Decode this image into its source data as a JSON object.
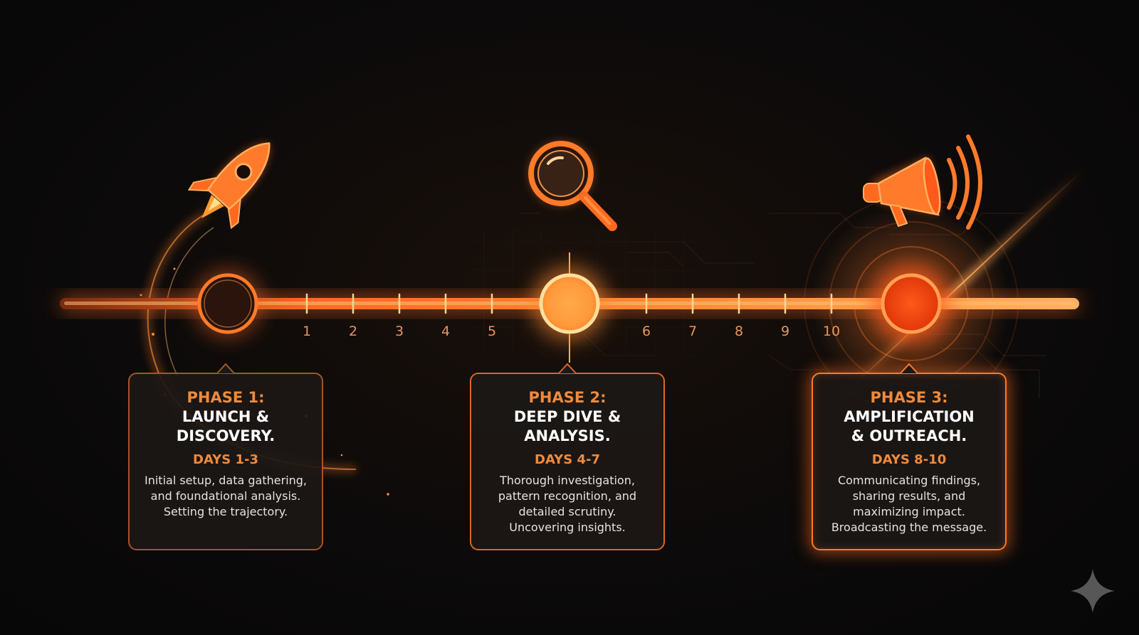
{
  "colors": {
    "accent": "#ff7a2a",
    "accent_light": "#ffb060",
    "background": "#0b0a0a",
    "card_bg": "#1c1816",
    "card_border": "#a8532a",
    "text": "#ffffff"
  },
  "icons": [
    "rocket-icon",
    "magnifier-icon",
    "megaphone-icon",
    "sparkle-icon"
  ],
  "timeline": {
    "ticks": [
      "1",
      "2",
      "3",
      "4",
      "5",
      "6",
      "7",
      "8",
      "9",
      "10"
    ]
  },
  "phases": [
    {
      "phase": "PHASE 1:",
      "title": "LAUNCH &\nDISCOVERY.",
      "days": "DAYS 1-3",
      "description": "Initial setup, data gathering,\nand foundational analysis.\nSetting the trajectory.",
      "icon": "rocket-icon"
    },
    {
      "phase": "PHASE 2:",
      "title": "DEEP DIVE &\nANALYSIS.",
      "days": "DAYS 4-7",
      "description": "Thorough investigation,\npattern recognition, and\ndetailed scrutiny.\nUncovering insights.",
      "icon": "magnifier-icon"
    },
    {
      "phase": "PHASE 3:",
      "title": "AMPLIFICATION\n& OUTREACH.",
      "days": "DAYS 8-10",
      "description": "Communicating findings,\nsharing results, and\nmaximizing impact.\nBroadcasting the message.",
      "icon": "megaphone-icon"
    }
  ]
}
